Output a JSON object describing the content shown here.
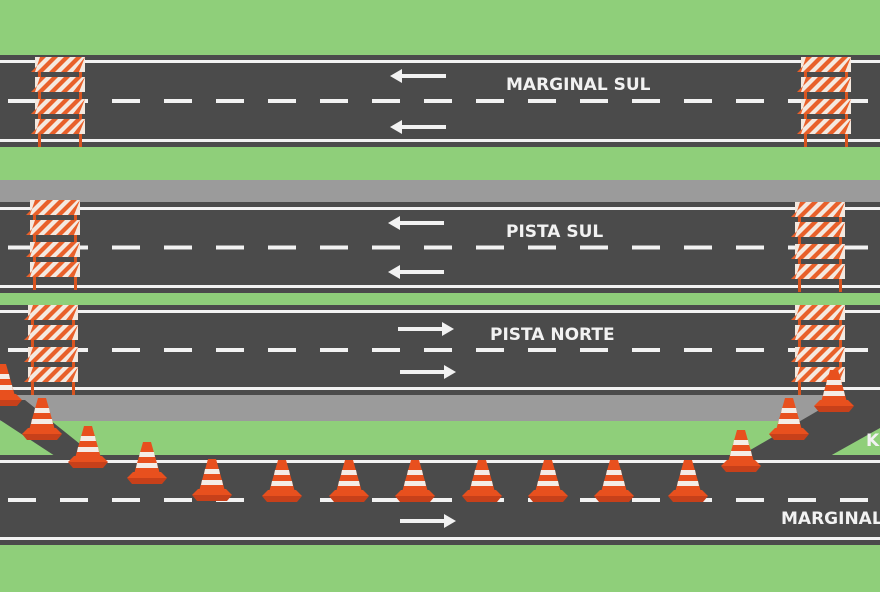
{
  "roads": [
    {
      "name": "MARGINAL SUL",
      "direction": "west"
    },
    {
      "name": "PISTA SUL",
      "direction": "west"
    },
    {
      "name": "PISTA NORTE",
      "direction": "east"
    },
    {
      "name": "MARGINAL",
      "direction": "east"
    }
  ],
  "ramp_label": "K",
  "colors": {
    "grass": "#8fcf7a",
    "asphalt": "#4b4b4b",
    "shoulder": "#9b9b9b",
    "cone": "#e8501e",
    "barricade": "#e8602a",
    "marking": "#f2f2f2"
  }
}
